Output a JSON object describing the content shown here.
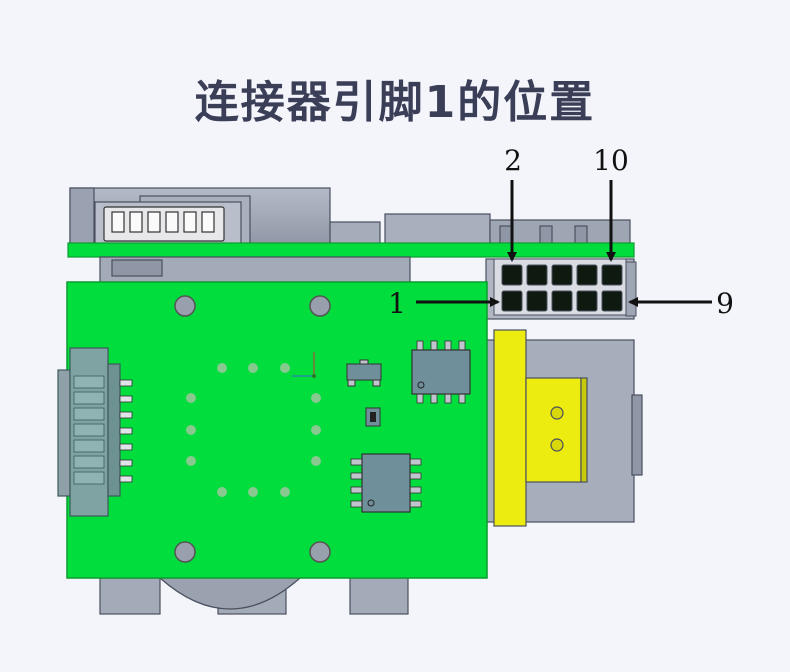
{
  "title": "连接器引脚1的位置",
  "pin_labels": {
    "top_left": "2",
    "top_right": "10",
    "bottom_left": "1",
    "bottom_right": "9"
  },
  "colors": {
    "background": "#f3f5fb",
    "pcb": "#00dd3c",
    "pcb_edge": "#0b9d2e",
    "housing": "#a3aab8",
    "housing_stroke": "#4a4f5e",
    "yellow_part": "#ecec10",
    "chip": "#6f8f9a",
    "pin_hole": "#0e1a10",
    "title": "#3a3e57"
  }
}
